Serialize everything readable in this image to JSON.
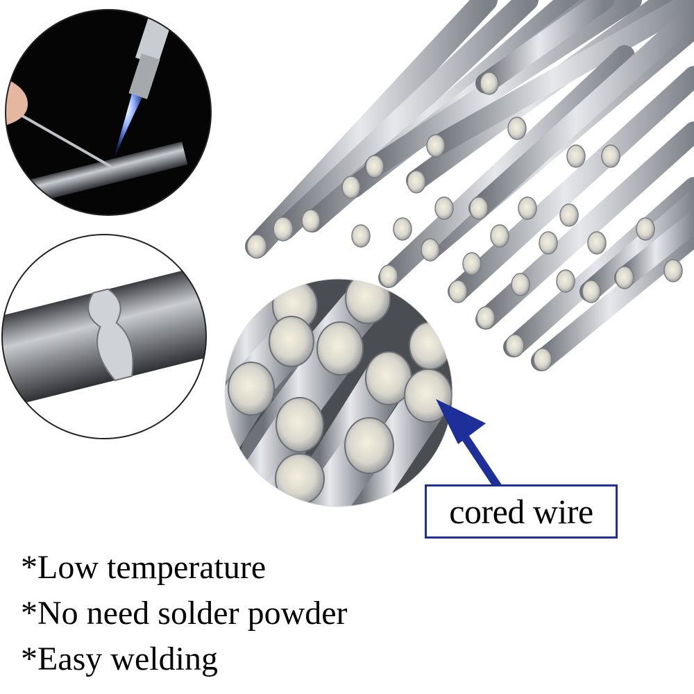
{
  "callout": {
    "label": "cored wire"
  },
  "features": [
    "*Low temperature",
    "*No need solder powder",
    "*Easy welding"
  ],
  "colors": {
    "arrow": "#1e2f9a",
    "box_border": "#1e2f9a",
    "flame": "#3a6cff",
    "rod": "#a9adb3"
  },
  "icons": [
    "welding-torch-icon",
    "welding-rod-icon",
    "arrow-icon"
  ]
}
